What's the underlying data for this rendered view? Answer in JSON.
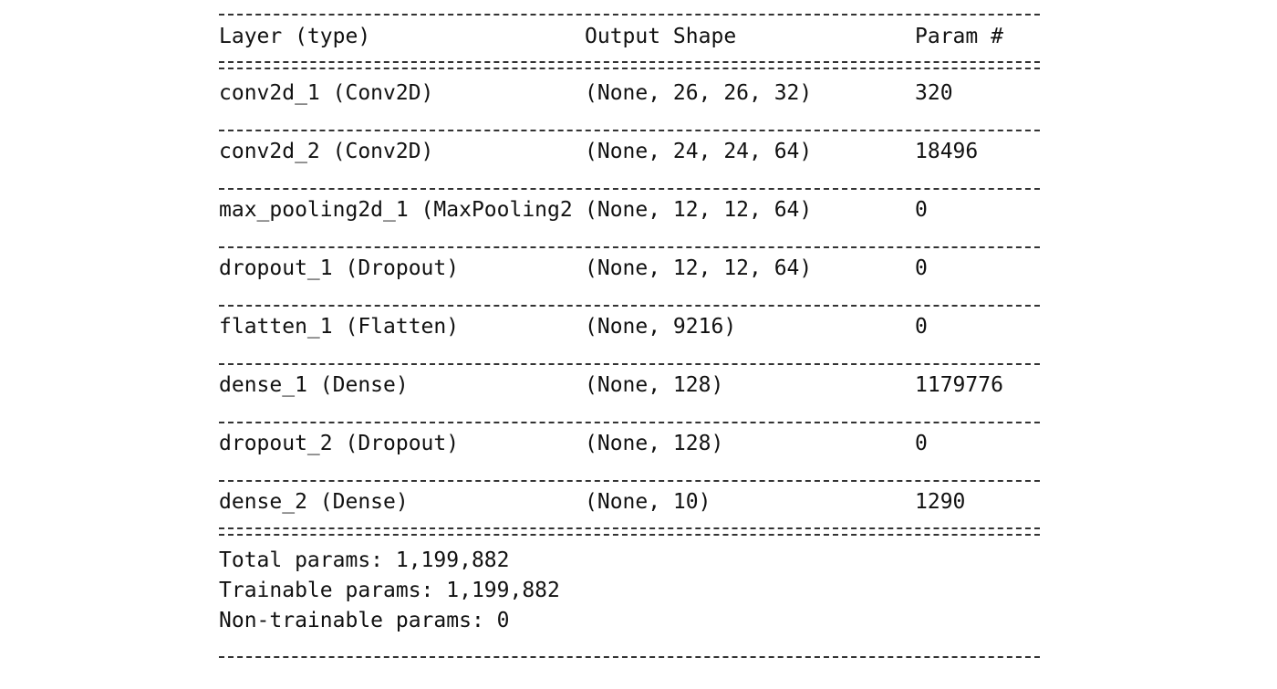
{
  "header": {
    "layer": "Layer (type)",
    "output_shape": "Output Shape",
    "param": "Param #"
  },
  "rows": [
    {
      "layer": "conv2d_1 (Conv2D)",
      "output_shape": "(None, 26, 26, 32)",
      "param": "320"
    },
    {
      "layer": "conv2d_2 (Conv2D)",
      "output_shape": "(None, 24, 24, 64)",
      "param": "18496"
    },
    {
      "layer": "max_pooling2d_1 (MaxPooling2",
      "output_shape": "(None, 12, 12, 64)",
      "param": "0"
    },
    {
      "layer": "dropout_1 (Dropout)",
      "output_shape": "(None, 12, 12, 64)",
      "param": "0"
    },
    {
      "layer": "flatten_1 (Flatten)",
      "output_shape": "(None, 9216)",
      "param": "0"
    },
    {
      "layer": "dense_1 (Dense)",
      "output_shape": "(None, 128)",
      "param": "1179776"
    },
    {
      "layer": "dropout_2 (Dropout)",
      "output_shape": "(None, 128)",
      "param": "0"
    },
    {
      "layer": "dense_2 (Dense)",
      "output_shape": "(None, 10)",
      "param": "1290"
    }
  ],
  "totals": {
    "total": "Total params: 1,199,882",
    "trainable": "Trainable params: 1,199,882",
    "non_trainable": "Non-trainable params: 0"
  }
}
